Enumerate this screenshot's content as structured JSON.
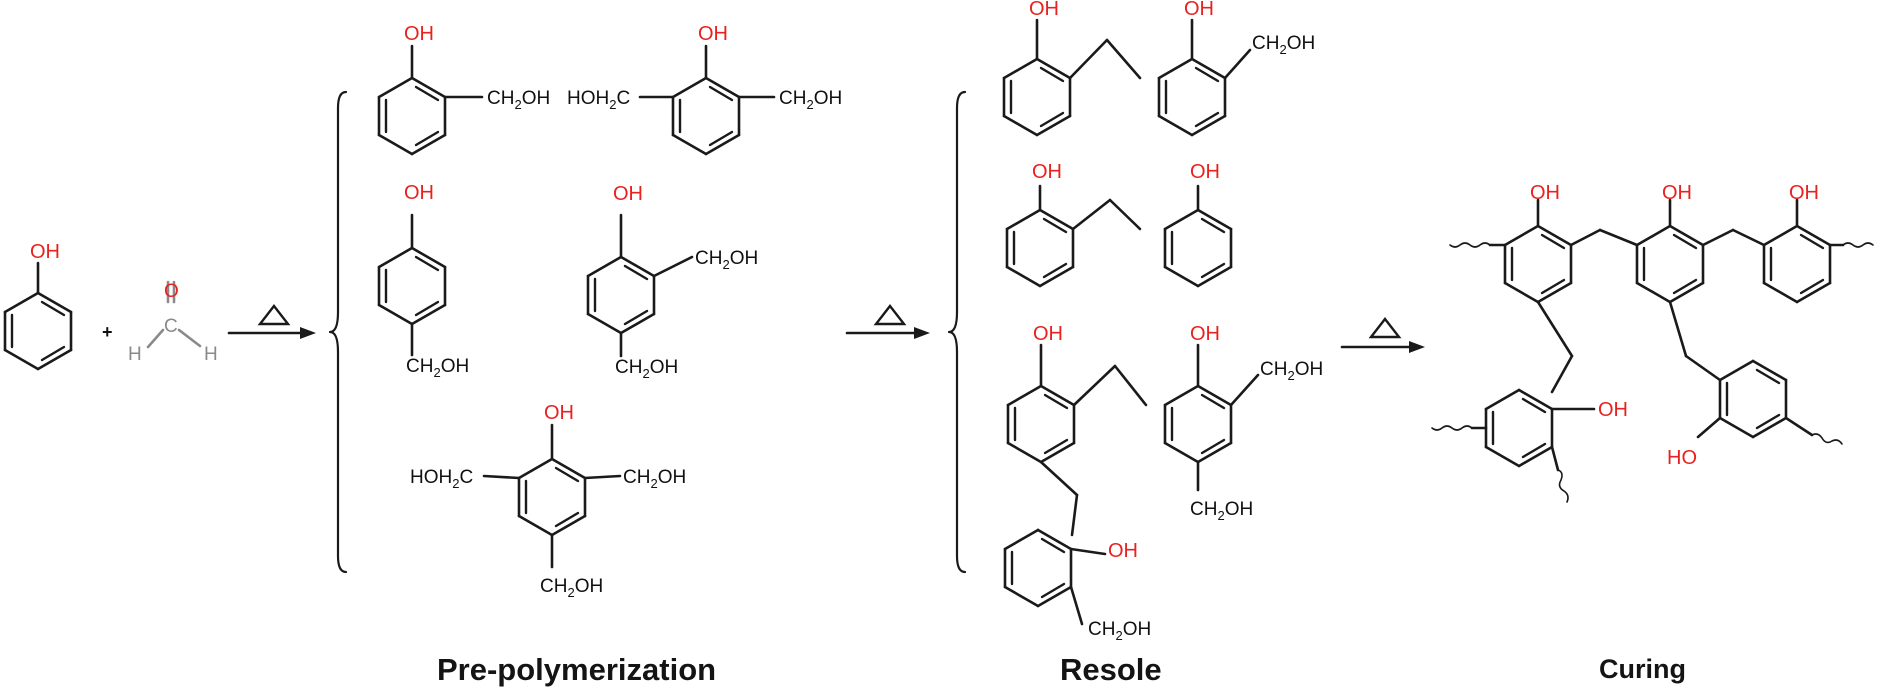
{
  "labels": {
    "hydroxyl": "OH",
    "hydroxyl_reversed": "HO",
    "methylol": "CH2OH",
    "methylol_left": "HOH2C",
    "formaldehyde_oxygen": "O",
    "formaldehyde_carbon": "C",
    "formaldehyde_hydrogen": "H",
    "plus": "+"
  },
  "stages": [
    {
      "caption": "Pre-polymerization"
    },
    {
      "caption": "Resole"
    },
    {
      "caption": "Curing"
    }
  ],
  "colors": {
    "oxygen_label": "#e8221f",
    "bond": "#1a1a1a",
    "formaldehyde_hydrogen": "#8a8a8a",
    "text": "#111111"
  },
  "icons": {
    "heat": "triangle-delta",
    "reaction_arrow": "right-arrow",
    "bracket": "curly-brace",
    "chain_continuation": "wavy-bond"
  }
}
